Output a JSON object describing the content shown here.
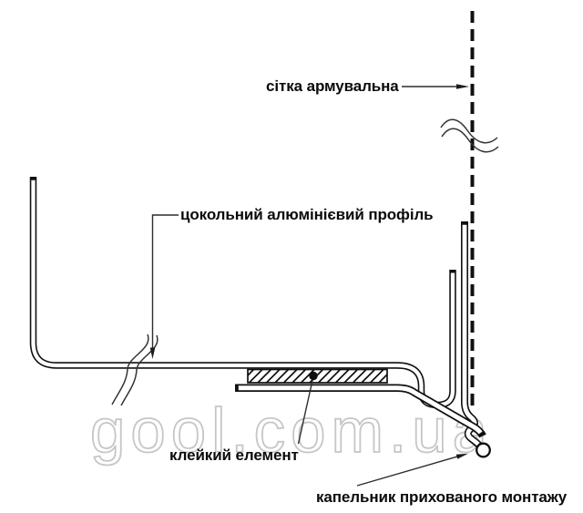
{
  "diagram": {
    "labels": {
      "mesh": "сітка армувальна",
      "profile": "цокольний алюмінієвий профіль",
      "adhesive": "клейкий елемент",
      "drip": "капельник прихованого монтажу"
    },
    "watermark": "gool.com.ua",
    "colors": {
      "line": "#101010",
      "leader": "#2d2d2d",
      "watermark": "#c6c6c6",
      "text": "#0a0a0a",
      "background": "#ffffff"
    }
  }
}
